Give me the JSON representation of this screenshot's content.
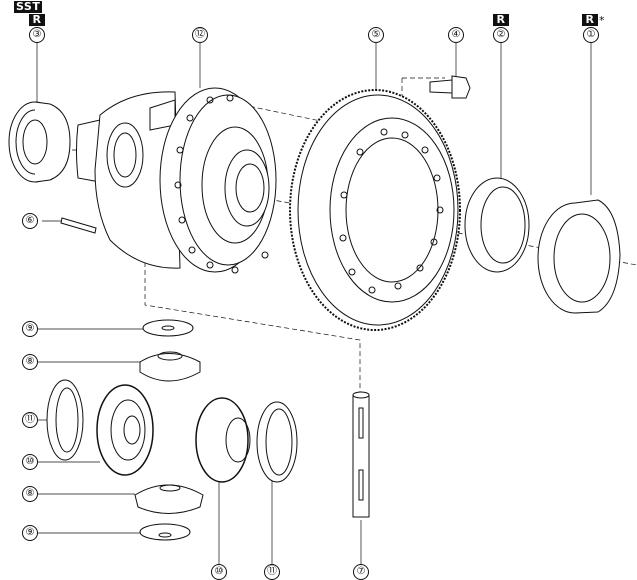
{
  "badges": {
    "sst": "SST",
    "r_left": "R",
    "r_2": "R",
    "r_1": "R",
    "asterisk": "*"
  },
  "callouts": {
    "c3": "③",
    "c12": "⑫",
    "c5": "⑤",
    "c4": "④",
    "c2": "②",
    "c1": "①",
    "c6": "⑥",
    "c9a": "⑨",
    "c8a": "⑧",
    "c11a": "⑪",
    "c10a": "⑩",
    "c8b": "⑧",
    "c9b": "⑨",
    "c10b": "⑩",
    "c11b": "⑪",
    "c7": "⑦"
  }
}
